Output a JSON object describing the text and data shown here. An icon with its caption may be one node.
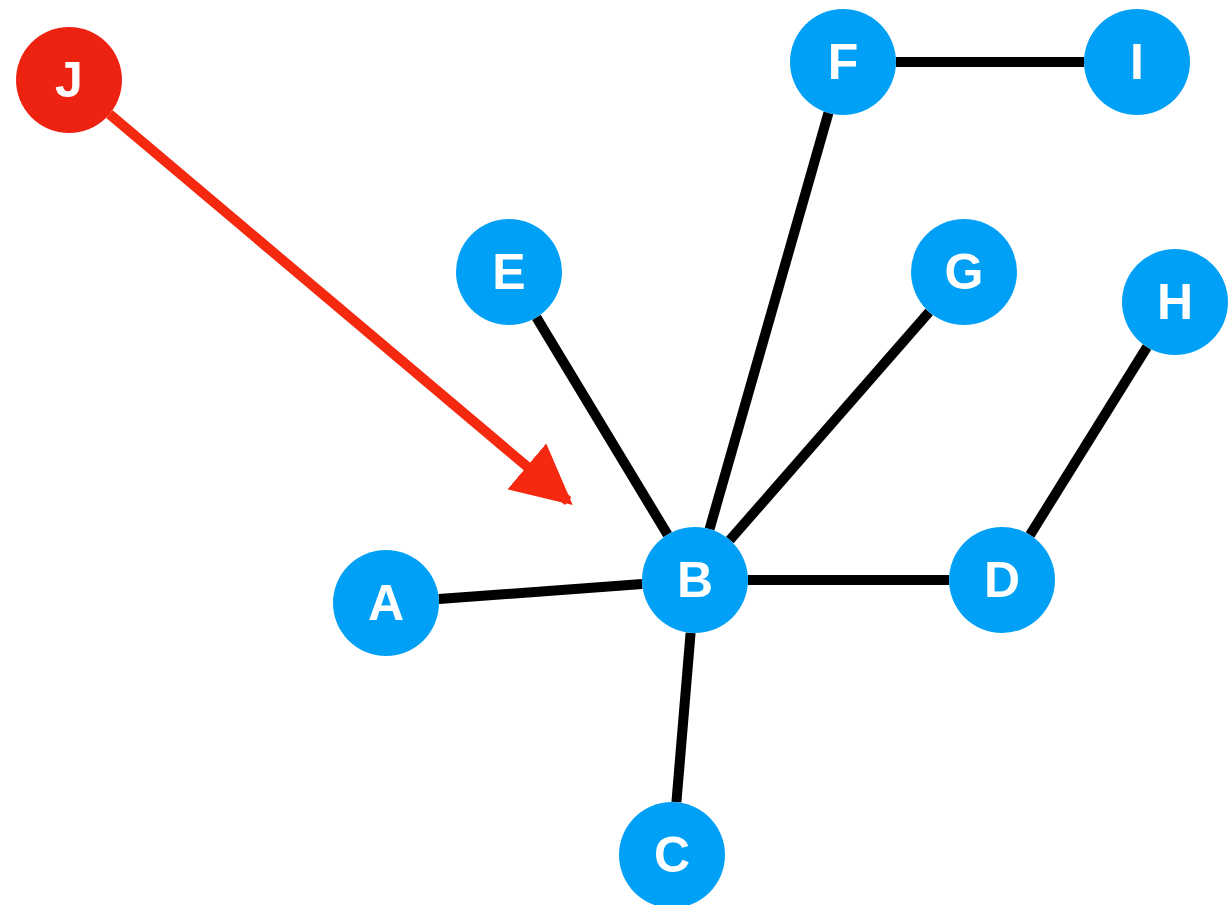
{
  "diagram": {
    "nodes": [
      {
        "text": [
          "J"
        ]
      },
      {
        "text": [
          "F"
        ]
      },
      {
        "text": [
          "I"
        ]
      },
      {
        "text": [
          "E"
        ]
      },
      {
        "text": [
          "G"
        ]
      },
      {
        "text": [
          "H"
        ]
      },
      {
        "text": [
          "A"
        ]
      },
      {
        "text": [
          "B"
        ]
      },
      {
        "text": [
          "D"
        ]
      },
      {
        "text": [
          "C"
        ]
      }
    ],
    "edges": [
      {
        "from": 1,
        "to": 2,
        "arrow": "none"
      },
      {
        "from": 3,
        "to": 7,
        "arrow": "none"
      },
      {
        "from": 1,
        "to": 7,
        "arrow": "none"
      },
      {
        "from": 4,
        "to": 7,
        "arrow": "none"
      },
      {
        "from": 5,
        "to": 8,
        "arrow": "none"
      },
      {
        "from": 6,
        "to": 7,
        "arrow": "none"
      },
      {
        "from": 7,
        "to": 8,
        "arrow": "none"
      },
      {
        "from": 7,
        "to": 9,
        "arrow": "none"
      },
      {
        "from": 0,
        "to": null,
        "arrow": "to",
        "color": "#f5290f"
      }
    ]
  }
}
